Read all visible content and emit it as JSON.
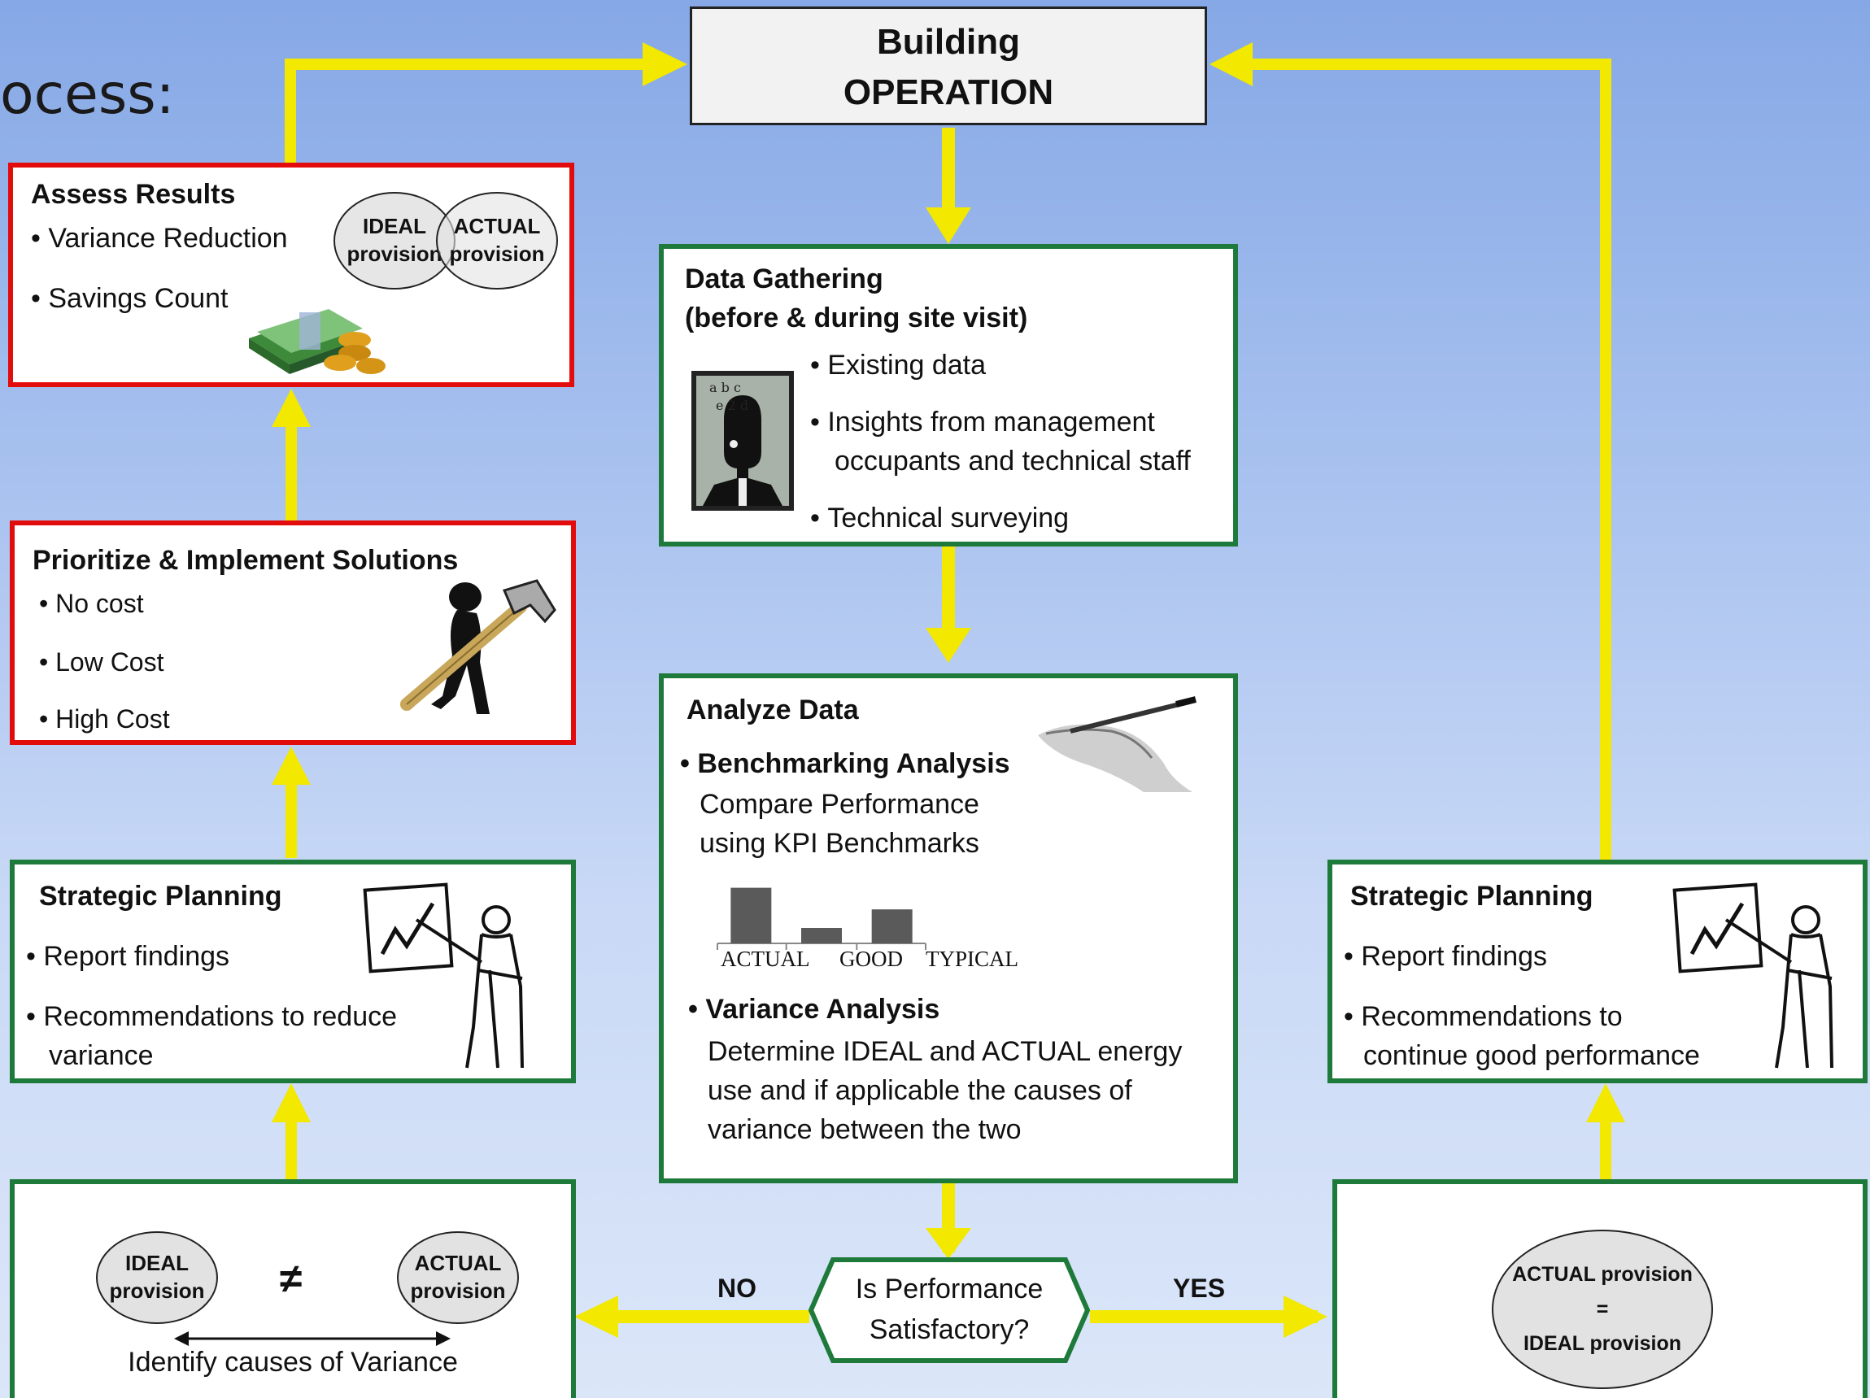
{
  "header": {
    "title_fragment": "ocess:"
  },
  "building": {
    "line1": "Building",
    "line2": "OPERATION"
  },
  "data_gathering": {
    "title1": "Data Gathering",
    "title2": "(before & during site visit)",
    "items": [
      "Existing data",
      "Insights from management",
      "occupants and technical staff",
      "Technical surveying"
    ]
  },
  "analyze": {
    "title": "Analyze Data",
    "bench_title": "Benchmarking Analysis",
    "bench_l1": "Compare Performance",
    "bench_l2": "using KPI Benchmarks",
    "var_title": "Variance Analysis",
    "var_l1": "Determine IDEAL and ACTUAL energy",
    "var_l2": "use and if applicable the causes of",
    "var_l3": "variance between the two"
  },
  "chart_data": {
    "type": "bar",
    "categories": [
      "ACTUAL",
      "GOOD",
      "TYPICAL"
    ],
    "values": [
      3.6,
      1.0,
      2.2
    ],
    "title": "",
    "xlabel": "",
    "ylabel": "",
    "ylim": [
      0,
      4
    ]
  },
  "decision": {
    "line1": "Is Performance",
    "line2": "Satisfactory?",
    "no": "NO",
    "yes": "YES"
  },
  "assess": {
    "title": "Assess Results",
    "item1": "Variance Reduction",
    "item2": "Savings Count",
    "ideal1": "IDEAL",
    "ideal2": "provision",
    "actual1": "ACTUAL",
    "actual2": "provision"
  },
  "prioritize": {
    "title": "Prioritize & Implement Solutions",
    "items": [
      "No cost",
      "Low Cost",
      "High Cost"
    ]
  },
  "strategic_left": {
    "title": "Strategic Planning",
    "item1": "Report findings",
    "item2a": "Recommendations to reduce",
    "item2b": "variance"
  },
  "strategic_right": {
    "title": "Strategic Planning",
    "item1": "Report findings",
    "item2a": "Recommendations to",
    "item2b": "continue good performance"
  },
  "variance_box": {
    "ideal1": "IDEAL",
    "ideal2": "provision",
    "actual1": "ACTUAL",
    "actual2": "provision",
    "neq": "≠",
    "caption": "Identify causes of  Variance"
  },
  "equal_box": {
    "line1": "ACTUAL provision",
    "line2": "=",
    "line3": "IDEAL provision"
  },
  "colors": {
    "arrow": "#f2e800",
    "green_border": "#1e7a3a",
    "red_border": "#e30c0c"
  },
  "icons": [
    "money-stack-icon",
    "head-letters-icon",
    "hammer-man-icon",
    "presenter-icon",
    "pen-hand-icon"
  ]
}
